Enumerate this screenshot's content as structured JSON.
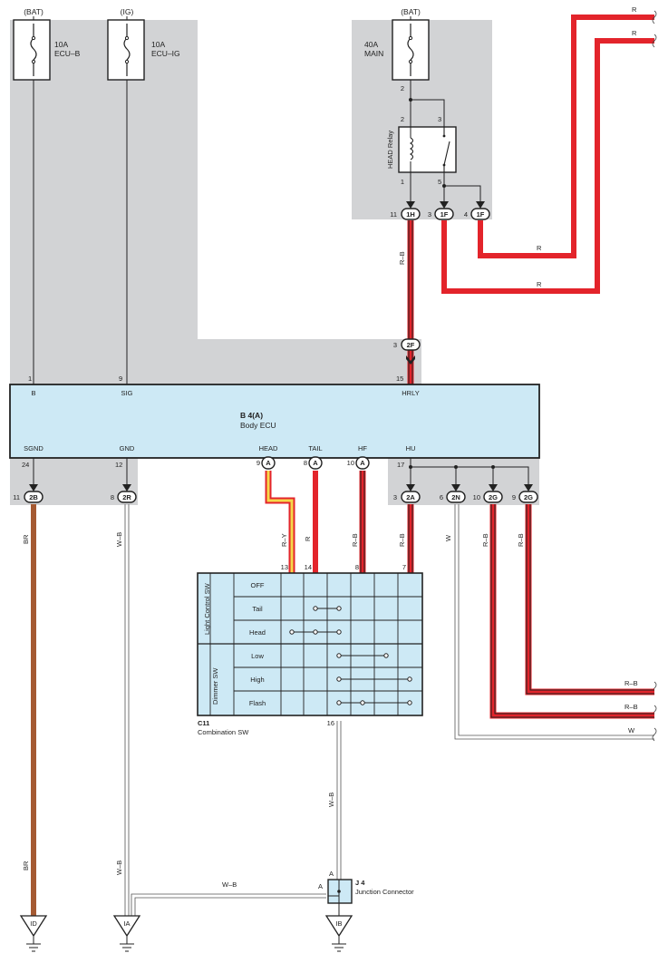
{
  "supplies": {
    "fuse_ecub": {
      "source": "(BAT)",
      "amps": "10A",
      "name": "ECU–B"
    },
    "fuse_ecuig": {
      "source": "(IG)",
      "amps": "10A",
      "name": "ECU–IG"
    },
    "fuse_main": {
      "source": "(BAT)",
      "amps": "40A",
      "name": "MAIN"
    }
  },
  "relay": {
    "name": "HEAD Relay",
    "pins": [
      "2",
      "3",
      "1",
      "5",
      "2"
    ]
  },
  "relay_connectors": [
    {
      "pin": "11",
      "code": "1H"
    },
    {
      "pin": "3",
      "code": "1F"
    },
    {
      "pin": "4",
      "code": "1F"
    }
  ],
  "junction_2f": {
    "pin_top": "3",
    "code": "2F",
    "pin_bottom": "15"
  },
  "ecu": {
    "code": "B 4(A)",
    "name": "Body ECU",
    "top_terminals": [
      {
        "pin": "1",
        "label": "B"
      },
      {
        "pin": "9",
        "label": "SIG"
      },
      {
        "pin": "15",
        "label": "HRLY"
      }
    ],
    "bottom_terminals": [
      {
        "pin": "24",
        "label": "SGND"
      },
      {
        "pin": "12",
        "label": "GND"
      },
      {
        "pin": "9",
        "label": "HEAD",
        "conn": "A"
      },
      {
        "pin": "8",
        "label": "TAIL",
        "conn": "A"
      },
      {
        "pin": "10",
        "label": "HF",
        "conn": "A"
      },
      {
        "pin": "17",
        "label": "HU"
      }
    ]
  },
  "lower_connectors": [
    {
      "pin": "11",
      "code": "2B"
    },
    {
      "pin": "8",
      "code": "2R"
    },
    {
      "pin": "3",
      "code": "2A"
    },
    {
      "pin": "6",
      "code": "2N"
    },
    {
      "pin": "10",
      "code": "2G"
    },
    {
      "pin": "9",
      "code": "2G"
    }
  ],
  "wires": {
    "r_top1": "R",
    "r_top2": "R",
    "r_mid1": "R",
    "r_mid2": "R",
    "rb_relay": "R–B",
    "br_upper": "BR",
    "br_lower": "BR",
    "wb_ia_upper": "W–B",
    "wb_ia_lower": "W–B",
    "ry": "R–Y",
    "r_tail": "R",
    "rb_hf": "R–B",
    "rb_2a": "R–B",
    "w_2n": "W",
    "rb_2g1": "R–B",
    "rb_2g2": "R–B",
    "rb_right1": "R–B",
    "rb_right2": "R–B",
    "w_right": "W",
    "wb_16": "W–B",
    "wb_junction": "W–B"
  },
  "combination_sw": {
    "code": "C11",
    "name": "Combination SW",
    "top_pins": [
      "13",
      "14",
      "8",
      "7"
    ],
    "bottom_pin": "16",
    "groups": [
      "Light Control SW",
      "Dimmer SW"
    ],
    "rows": [
      "OFF",
      "Tail",
      "Head",
      "Low",
      "High",
      "Flash"
    ]
  },
  "junction_connector": {
    "code": "J 4",
    "name": "Junction Connector",
    "pin_a": "A",
    "pin_a2": "A"
  },
  "grounds": [
    "ID",
    "IA",
    "IB"
  ],
  "colors": {
    "shade": "#d2d3d5",
    "ecu_fill": "#cde9f5",
    "red": "#e3242b",
    "brown": "#a55a32",
    "yellow": "#f6d84a",
    "stroke": "#222222"
  }
}
